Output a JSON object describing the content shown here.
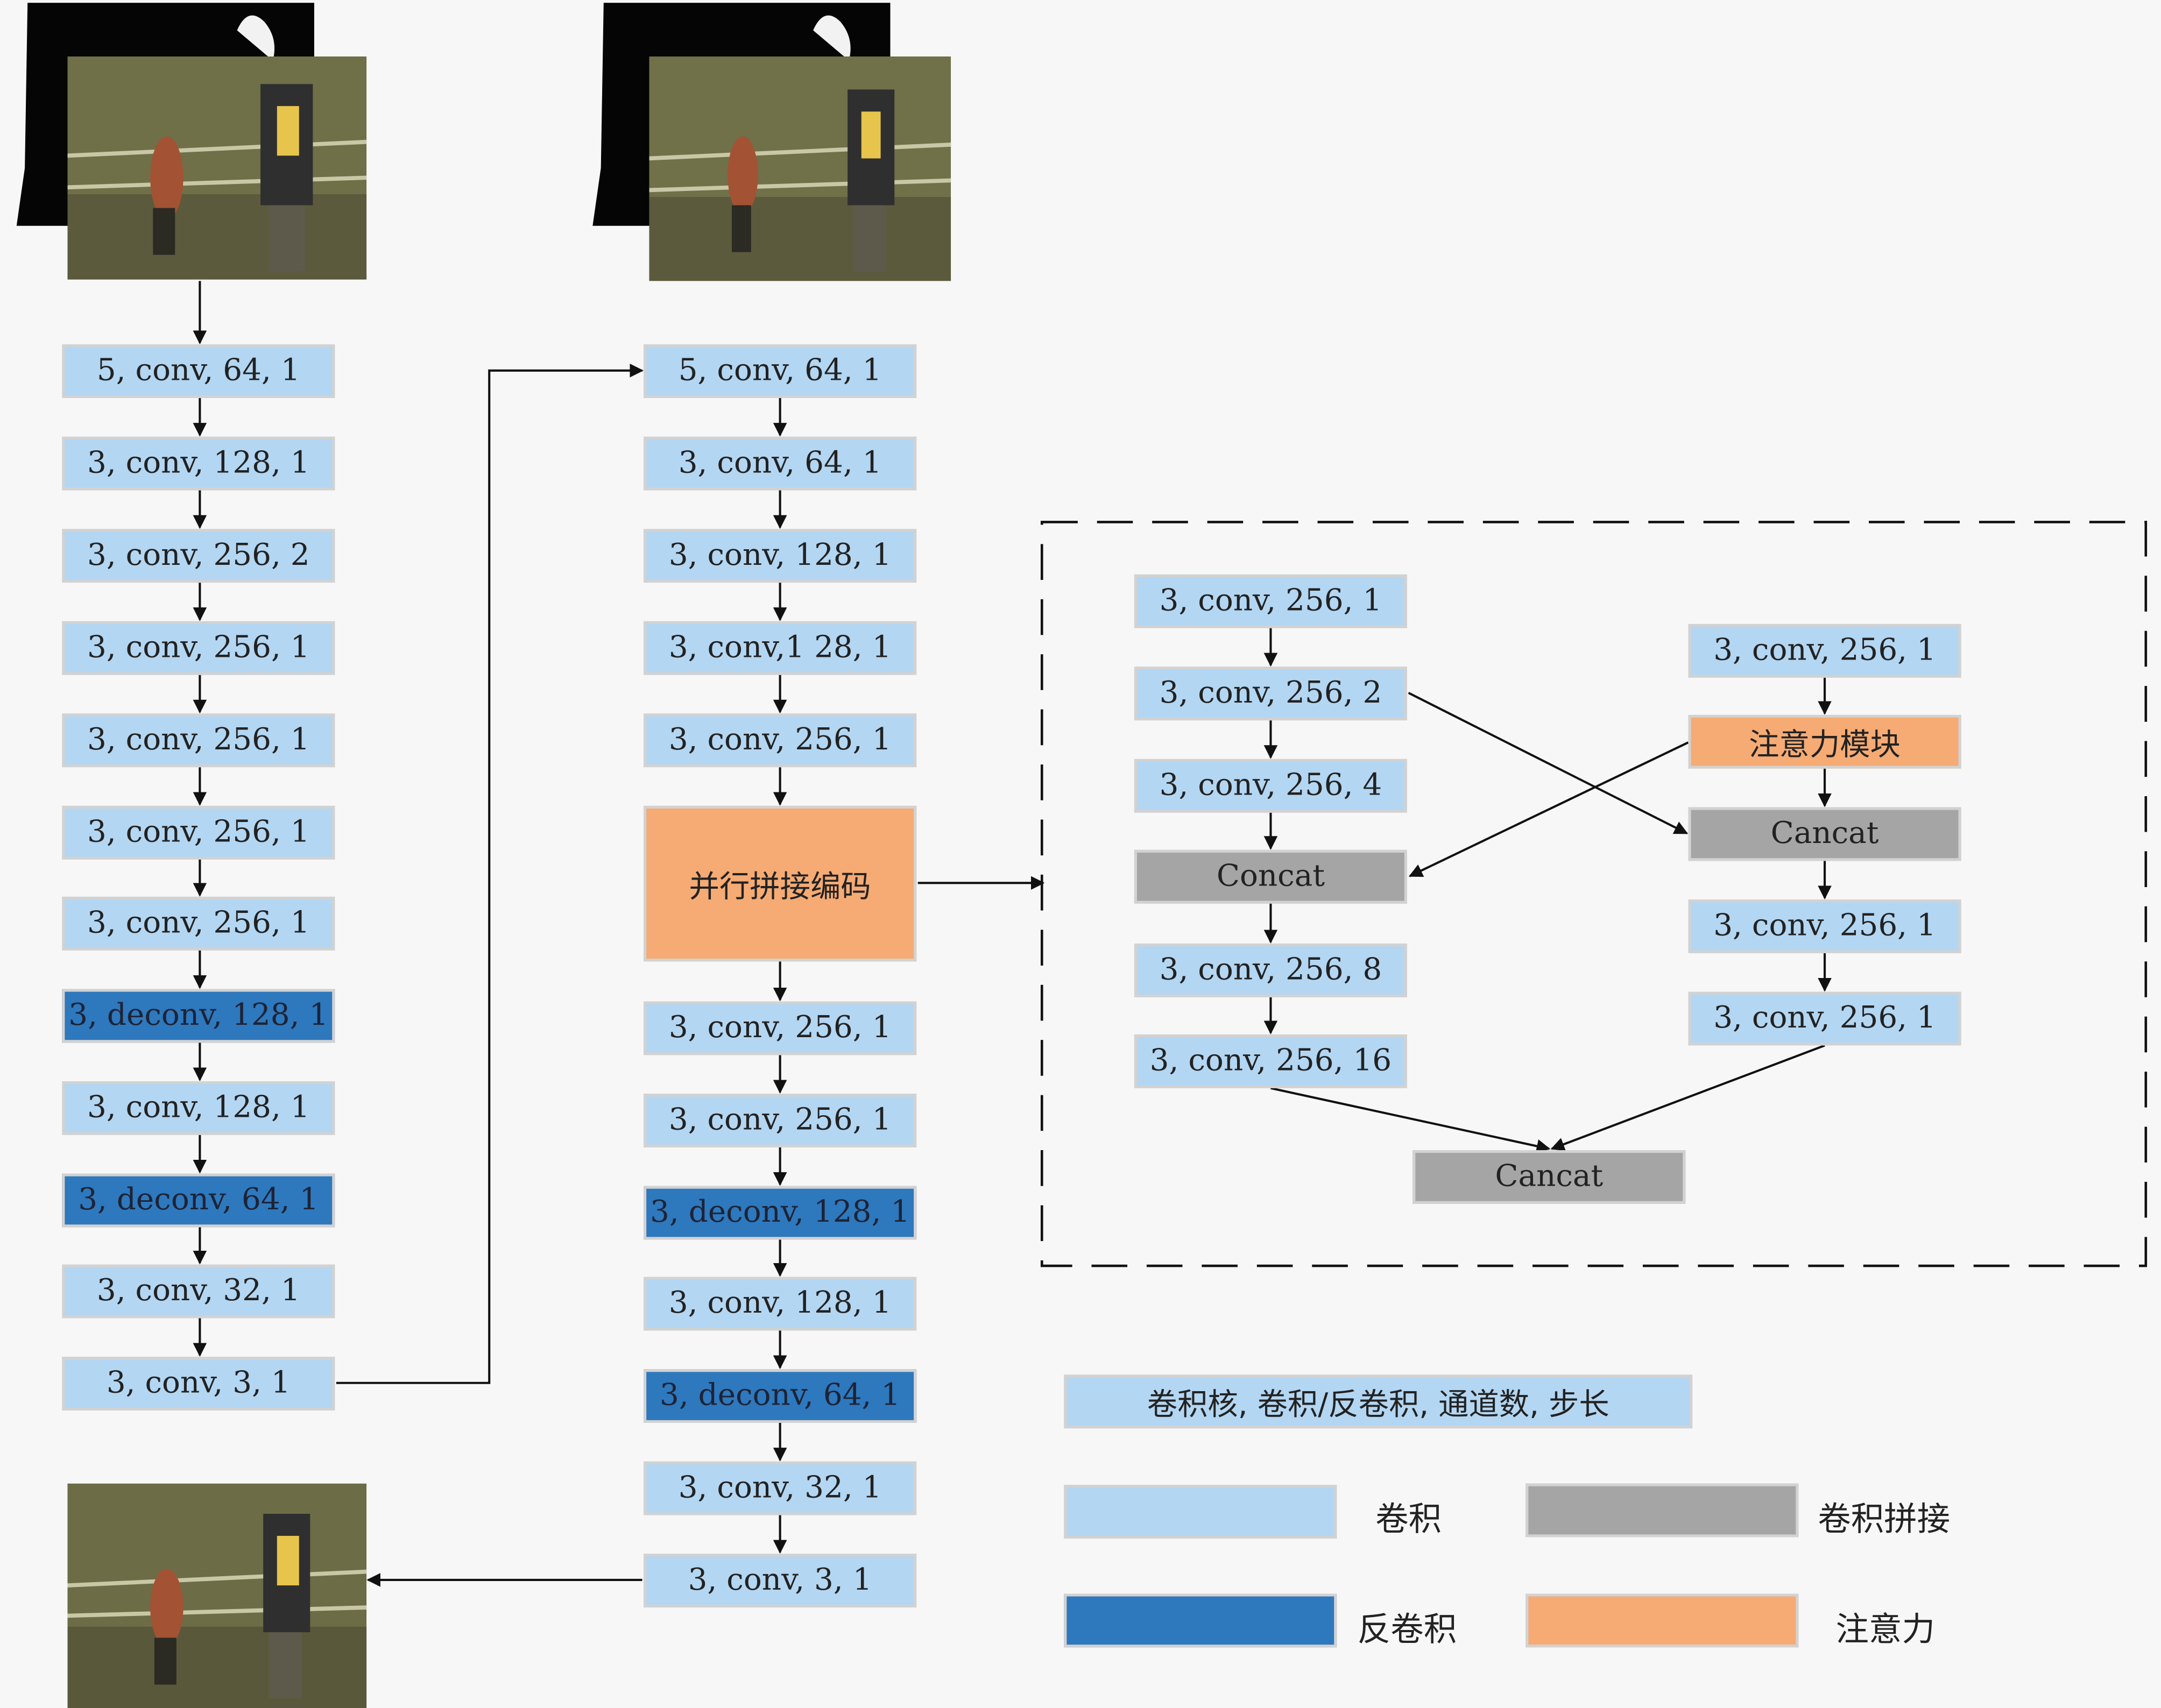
{
  "colors": {
    "conv": "#b3d6f2",
    "deconv": "#2e78bd",
    "concat": "#a5a5a5",
    "attention": "#f5ab73",
    "background": "#f7f7f7"
  },
  "left_column": [
    "5, conv, 64, 1",
    "3, conv, 128, 1",
    "3, conv, 256, 2",
    "3, conv, 256, 1",
    "3, conv, 256, 1",
    "3, conv, 256, 1",
    "3, conv, 256, 1",
    "3, deconv, 128, 1",
    "3, conv, 128, 1",
    "3, deconv, 64, 1",
    "3, conv, 32, 1",
    "3, conv, 3, 1"
  ],
  "middle_column": {
    "top": [
      "5, conv, 64, 1",
      "3, conv, 64, 1",
      "3, conv, 128, 1",
      "3, conv,1 28, 1",
      "3, conv, 256, 1"
    ],
    "parallel_block": "并行拼接编码",
    "bottom": [
      "3, conv, 256, 1",
      "3, conv, 256, 1",
      "3, deconv, 128, 1",
      "3, conv, 128, 1",
      "3, deconv, 64, 1",
      "3, conv, 32, 1",
      "3, conv, 3, 1"
    ]
  },
  "detail": {
    "left_branch": [
      "3, conv, 256, 1",
      "3, conv, 256, 2",
      "3, conv, 256, 4",
      "Concat",
      "3, conv, 256, 8",
      "3, conv, 256, 16"
    ],
    "right_branch": [
      "3, conv, 256, 1",
      "注意力模块",
      "Cancat",
      "3, conv, 256, 1",
      "3, conv, 256, 1"
    ],
    "merge": "Cancat"
  },
  "legend": {
    "format": "卷积核, 卷积/反卷积, 通道数, 步长",
    "conv": "卷积",
    "deconv": "反卷积",
    "concat": "卷积拼接",
    "attention": "注意力"
  }
}
